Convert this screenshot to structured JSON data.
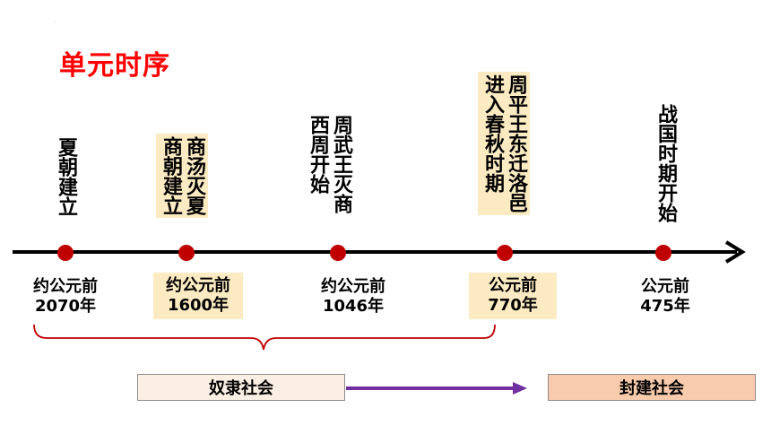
{
  "title": "单元时序",
  "events": [
    {
      "columns": [
        "夏朝建立"
      ],
      "date_top": "约公元前",
      "date_bottom": "2070年",
      "highlight": false
    },
    {
      "columns": [
        "商汤灭夏",
        "商朝建立"
      ],
      "date_top": "约公元前",
      "date_bottom": "1600年",
      "highlight": true
    },
    {
      "columns": [
        "周武王灭商",
        "西周开始"
      ],
      "date_top": "约公元前",
      "date_bottom": "1046年",
      "highlight": false
    },
    {
      "columns": [
        "周平王东迁洛邑",
        "进入春秋时期"
      ],
      "date_top": "公元前",
      "date_bottom": "770年",
      "highlight": true
    },
    {
      "columns": [
        "战国时期开始"
      ],
      "date_top": "公元前",
      "date_bottom": "475年",
      "highlight": false
    }
  ],
  "eras": {
    "slave": "奴隶社会",
    "feudal": "封建社会"
  },
  "colors": {
    "title": "#ff0000",
    "dot": "#c00000",
    "highlight": "#fcebc2",
    "slave_box": "#fbeee3",
    "feudal_box": "#f8cbad",
    "arrow": "#7030a0",
    "brace": "#c00000"
  }
}
